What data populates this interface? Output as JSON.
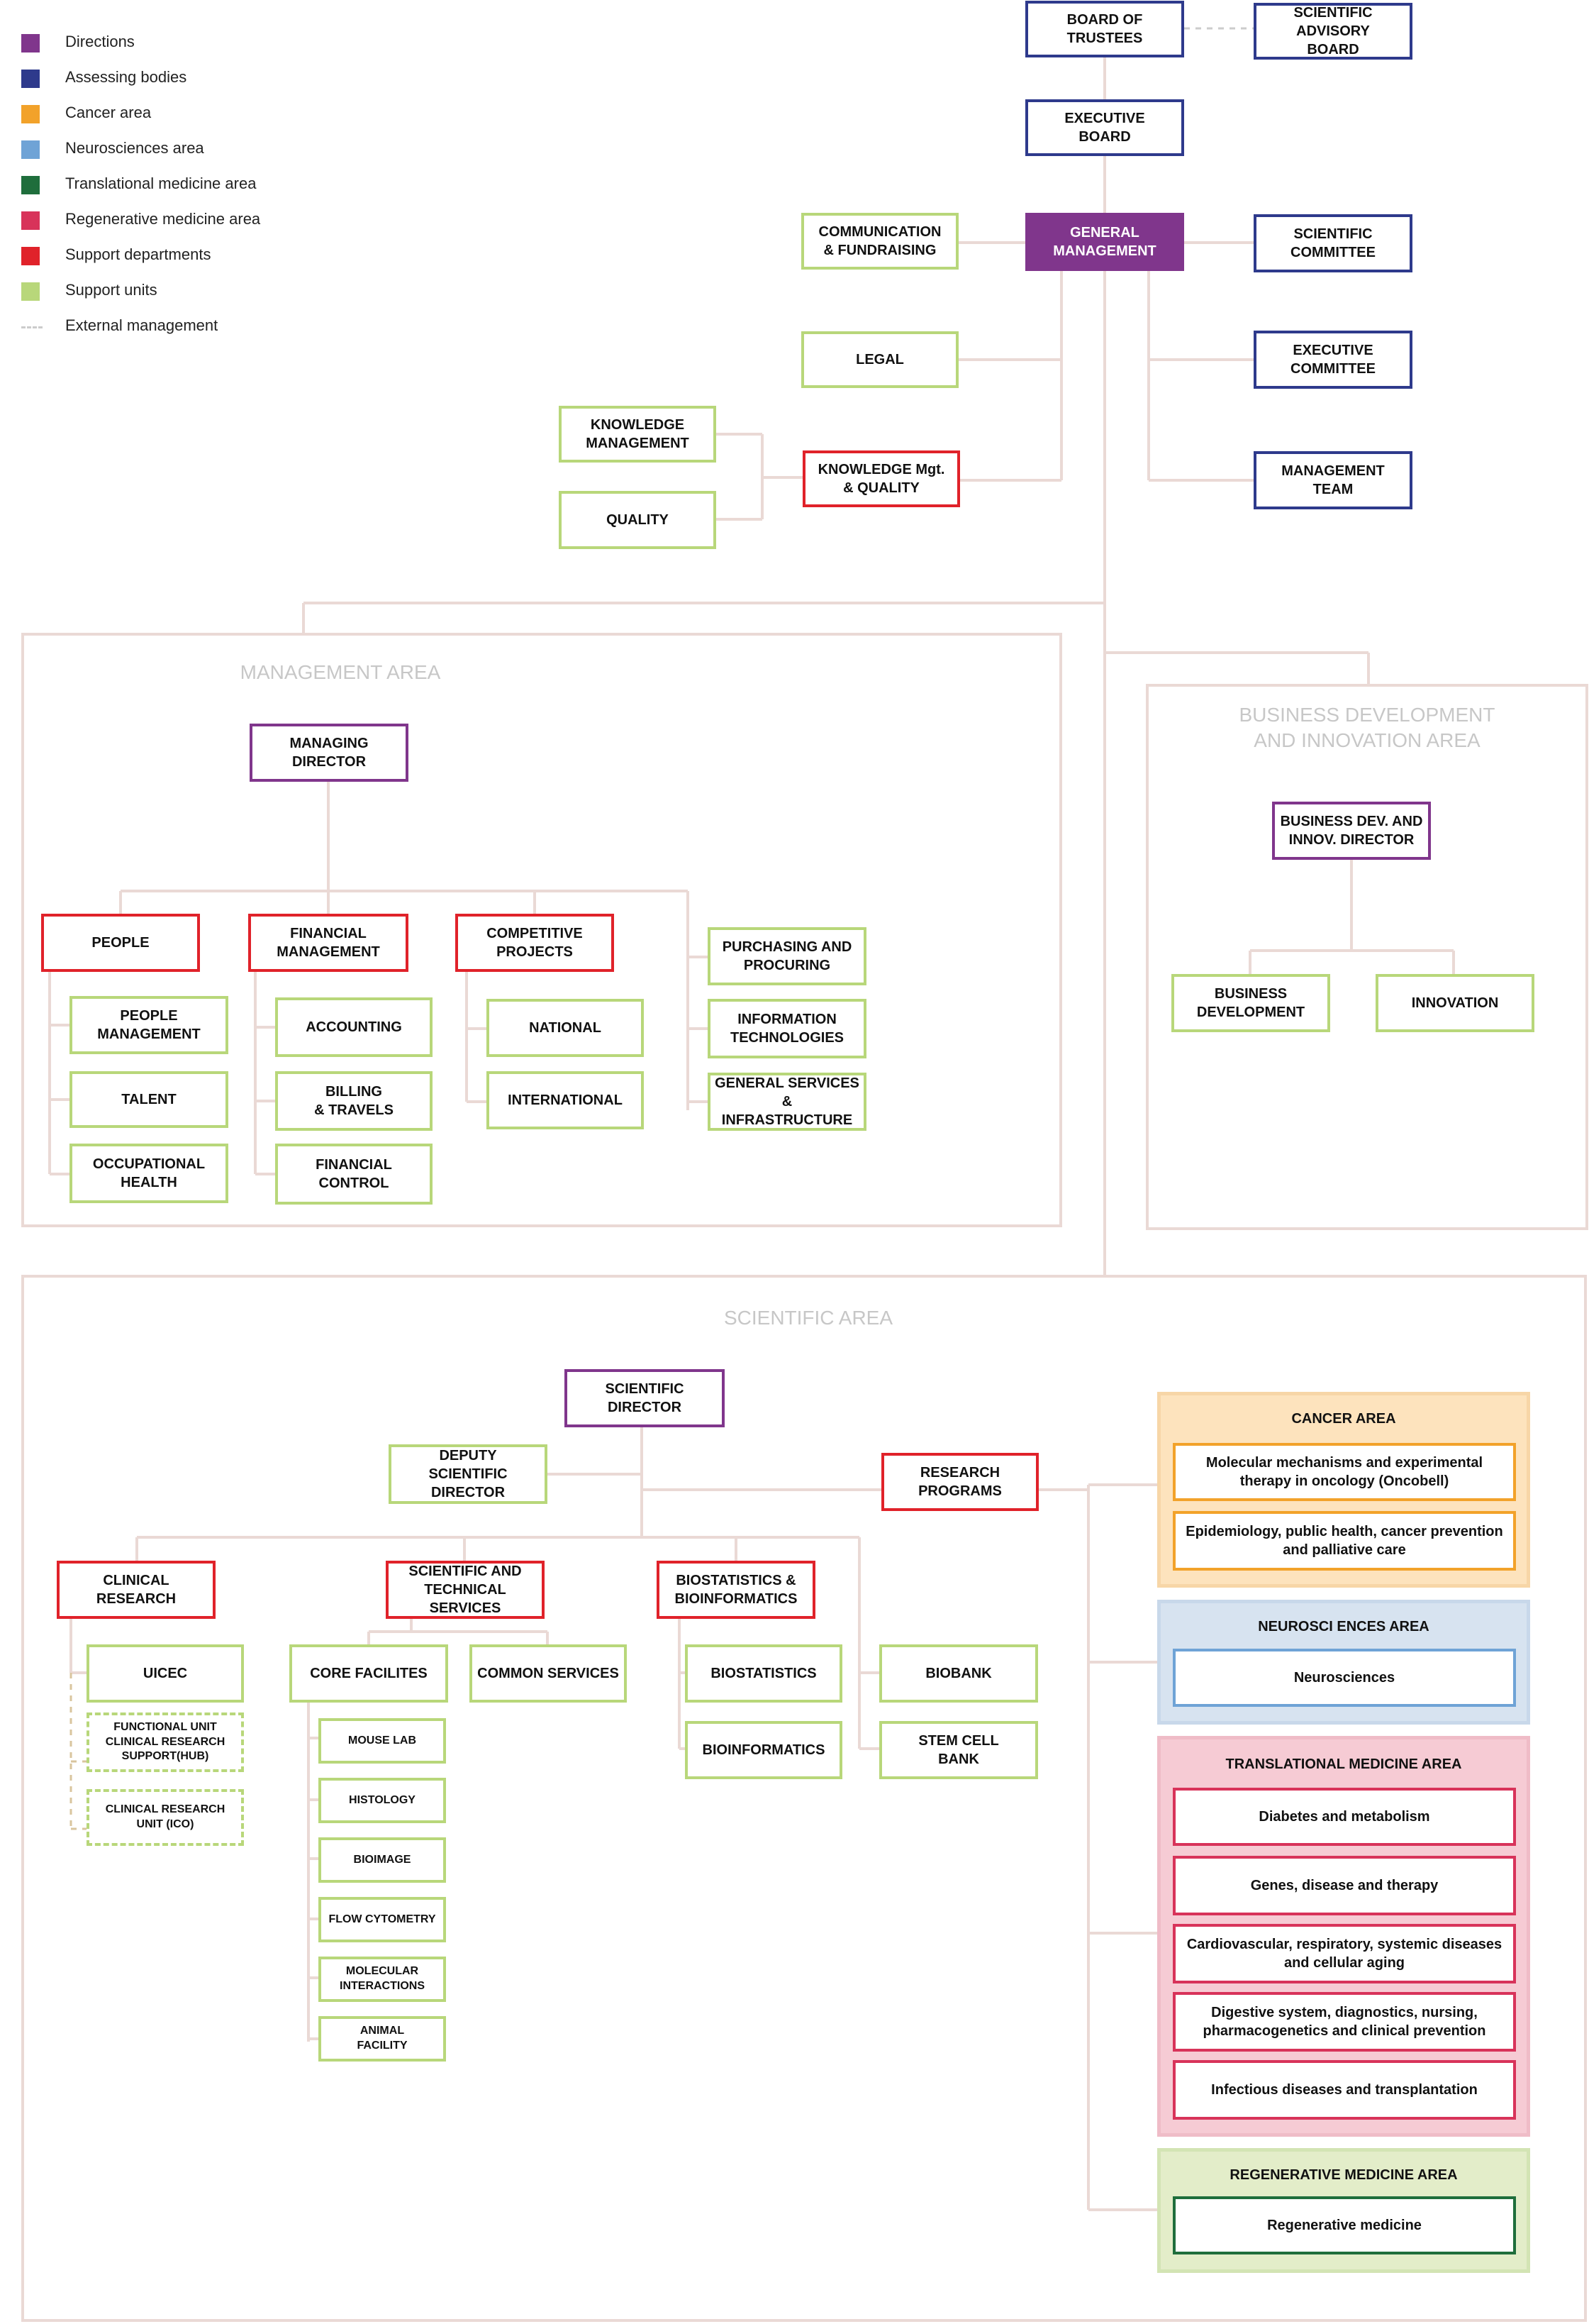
{
  "legend": [
    {
      "label": "Directions",
      "color": "#80368c"
    },
    {
      "label": "Assessing bodies",
      "color": "#2e3a8c"
    },
    {
      "label": "Cancer area",
      "color": "#f2a22a"
    },
    {
      "label": "Neurosciences area",
      "color": "#6fa3d6"
    },
    {
      "label": "Translational medicine area",
      "color": "#1f6e3c"
    },
    {
      "label": "Regenerative medicine area",
      "color": "#d8335a"
    },
    {
      "label": "Support departments",
      "color": "#e0222a"
    },
    {
      "label": "Support units",
      "color": "#b8d77a"
    },
    {
      "label": "External management",
      "color": "#cccccc"
    }
  ],
  "top": {
    "board_of_trustees": "BOARD OF\nTRUSTEES",
    "scientific_advisory_board": "SCIENTIFIC ADVISORY\nBOARD",
    "executive_board": "EXECUTIVE\nBOARD",
    "general_management": "GENERAL\nMANAGEMENT",
    "communication_fundraising": "COMMUNICATION\n& FUNDRAISING",
    "scientific_committee": "SCIENTIFIC\nCOMMITTEE",
    "legal": "LEGAL",
    "executive_committee": "EXECUTIVE\nCOMMITTEE",
    "knowledge_management": "KNOWLEDGE\nMANAGEMENT",
    "knowledge_mgt_quality": "KNOWLEDGE Mgt.\n& QUALITY",
    "management_team": "MANAGEMENT\nTEAM",
    "quality": "QUALITY"
  },
  "management_area": {
    "title": "MANAGEMENT AREA",
    "managing_director": "MANAGING\nDIRECTOR",
    "people": "PEOPLE",
    "financial_management": "FINANCIAL\nMANAGEMENT",
    "competitive_projects": "COMPETITIVE\nPROJECTS",
    "purchasing": "PURCHASING AND\nPROCURING",
    "information_technologies": "INFORMATION\nTECHNOLOGIES",
    "general_services": "GENERAL SERVICES\n& INFRASTRUCTURE",
    "people_management": "PEOPLE\nMANAGEMENT",
    "talent": "TALENT",
    "occupational_health": "OCCUPATIONAL\nHEALTH",
    "accounting": "ACCOUNTING",
    "billing_travels": "BILLING\n& TRAVELS",
    "financial_control": "FINANCIAL\nCONTROL",
    "national": "NATIONAL",
    "international": "INTERNATIONAL"
  },
  "business_area": {
    "title": "BUSINESS DEVELOPMENT\nAND INNOVATION AREA",
    "director": "BUSINESS DEV. AND\nINNOV. DIRECTOR",
    "business_development": "BUSINESS\nDEVELOPMENT",
    "innovation": "INNOVATION"
  },
  "scientific_area": {
    "title": "SCIENTIFIC AREA",
    "scientific_director": "SCIENTIFIC DIRECTOR",
    "deputy_director": "DEPUTY\nSCIENTIFIC DIRECTOR",
    "research_programs": "RESEARCH\nPROGRAMS",
    "clinical_research": "CLINICAL\nRESEARCH",
    "scientific_technical_services": "SCIENTIFIC AND\nTECHNICAL SERVICES",
    "biostatistics_bioinformatics": "BIOSTATISTICS &\nBIOINFORMATICS",
    "uicec": "UICEC",
    "functional_unit": "FUNCTIONAL UNIT\nCLINICAL RESEARCH\nSUPPORT(HUB)",
    "clinical_research_unit": "CLINICAL RESEARCH\nUNIT (ICO)",
    "core_facilities": "CORE FACILITES",
    "common_services": "COMMON SERVICES",
    "core_items": [
      "MOUSE LAB",
      "HISTOLOGY",
      "BIOIMAGE",
      "FLOW CYTOMETRY",
      "MOLECULAR\nINTERACTIONS",
      "ANIMAL\nFACILITY"
    ],
    "biostatistics": "BIOSTATISTICS",
    "bioinformatics": "BIOINFORMATICS",
    "biobank": "BIOBANK",
    "stem_cell_bank": "STEM CELL\nBANK"
  },
  "programs": {
    "cancer": {
      "title": "CANCER AREA",
      "items": [
        "Molecular mechanisms and experimental\ntherapy in oncology (Oncobell)",
        "Epidemiology, public health, cancer prevention\nand palliative care"
      ]
    },
    "neuro": {
      "title": "NEUROSCI ENCES AREA",
      "items": [
        "Neurosciences"
      ]
    },
    "translational": {
      "title": "TRANSLATIONAL MEDICINE AREA",
      "items": [
        "Diabetes and metabolism",
        "Genes, disease and therapy",
        "Cardiovascular, respiratory, systemic diseases\nand cellular aging",
        "Digestive system, diagnostics, nursing,\npharmacogenetics and clinical prevention",
        "Infectious diseases and transplantation"
      ]
    },
    "regenerative": {
      "title": "REGENERATIVE MEDICINE AREA",
      "items": [
        "Regenerative medicine"
      ]
    }
  }
}
